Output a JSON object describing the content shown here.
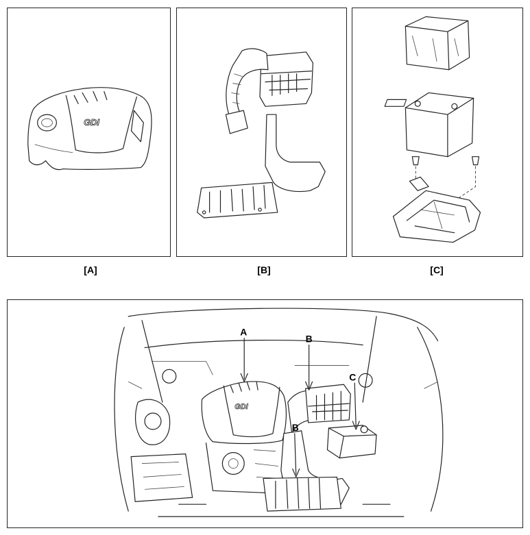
{
  "panels": {
    "a": {
      "label": "[A]",
      "logo": "GDI"
    },
    "b": {
      "label": "[B]"
    },
    "c": {
      "label": "[C]"
    }
  },
  "overview": {
    "logo": "GDI",
    "callouts": {
      "a": "A",
      "b_top": "B",
      "b_mid": "B",
      "c": "C"
    }
  }
}
